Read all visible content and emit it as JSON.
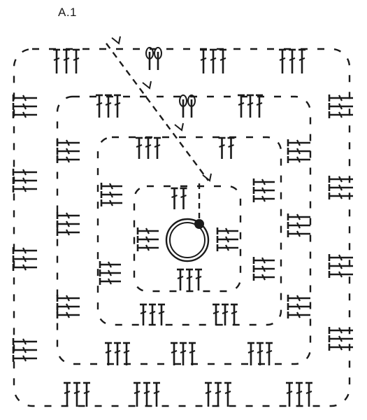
{
  "title": "A.1",
  "colors": {
    "ink": "#1a1a1a",
    "background": "#ffffff"
  },
  "legend": null,
  "diagram": {
    "kind": "crochet-granny-square",
    "start": "magic-ring",
    "round_start_marker": "filled-dot",
    "rounds": 4,
    "stitch_symbols": [
      "treble",
      "chain",
      "puff-stitch",
      "direction-arrow"
    ],
    "direction_arrows": 4
  }
}
